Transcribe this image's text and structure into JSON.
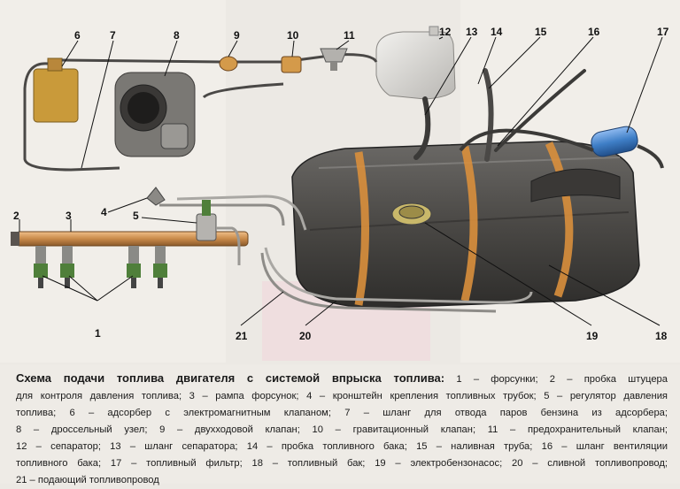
{
  "diagram": {
    "callouts": [
      "1",
      "2",
      "3",
      "4",
      "5",
      "6",
      "7",
      "8",
      "9",
      "10",
      "11",
      "12",
      "13",
      "14",
      "15",
      "16",
      "17",
      "18",
      "19",
      "20",
      "21"
    ]
  },
  "caption": {
    "title": "Схема подачи топлива двигателя с системой впрыска топлива:",
    "line1_rest": " 1 – форсунки; 2 – пробка штуцера",
    "line2": "для контроля давления топлива; 3 – рампа форсунок; 4 – кронштейн крепления топливных трубок; 5 – регулятор давления",
    "line3": "топлива; 6 – адсорбер с электромагнитным клапаном; 7 – шланг для отвода паров бензина из адсорбера;",
    "line4": "8 – дроссельный узел; 9 – двухходовой клапан; 10 – гравитационный клапан; 11 – предохранительный клапан;",
    "line5": "12 – сепаратор; 13 – шланг сепаратора; 14 – пробка топливного бака; 15 – наливная труба; 16 – шланг вентиляции",
    "line6": "топливного бака; 17 – топливный фильтр; 18 – топливный бак; 19 – электробензонасос; 20 – сливной топливопровод;",
    "line7": "21 – подающий топливопровод"
  },
  "colors": {
    "tank": "#4a4845",
    "tank_stripe": "#d98f3c",
    "filter": "#3f7fc7",
    "adsorber": "#c99a3a",
    "rail": "#c98a4a",
    "injector": "#4f7f3a",
    "separator": "#d8d6d2"
  }
}
